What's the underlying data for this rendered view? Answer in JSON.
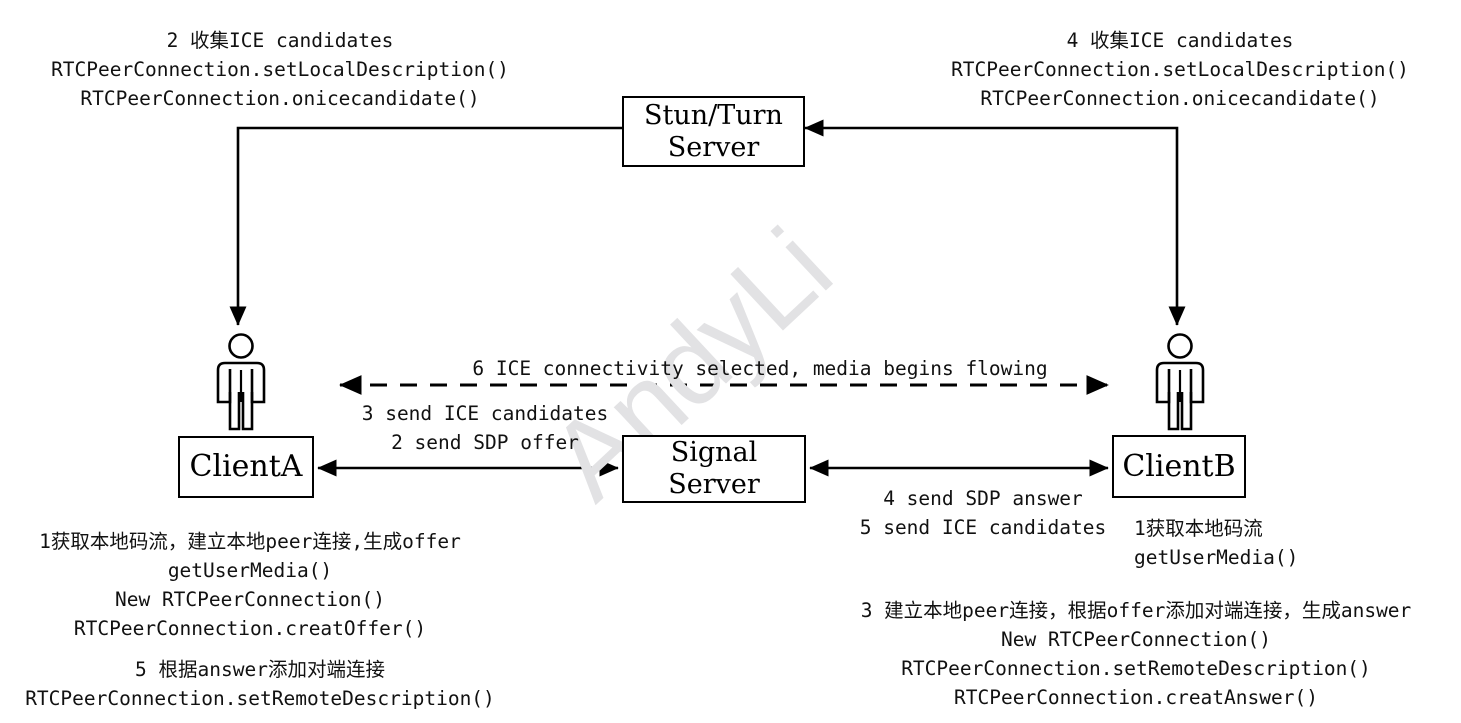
{
  "diagram": {
    "title": "WebRTC signaling flow",
    "watermark": "AndyLi",
    "colors": {
      "stroke": "#000000",
      "background": "#ffffff",
      "watermark": "#e2e2e4"
    },
    "nodes": {
      "stun_server": {
        "name": "stun-turn-server",
        "line1": "Stun/Turn",
        "line2": "Server"
      },
      "signal_server": {
        "name": "signal-server",
        "line1": "Signal",
        "line2": "Server"
      },
      "client_a": {
        "name": "client-a",
        "line1": "ClientA"
      },
      "client_b": {
        "name": "client-b",
        "line1": "ClientB"
      }
    },
    "labels": {
      "top_left": "2 收集ICE candidates\nRTCPeerConnection.setLocalDescription()\nRTCPeerConnection.onicecandidate()",
      "top_right": "4 收集ICE candidates\nRTCPeerConnection.setLocalDescription()\nRTCPeerConnection.onicecandidate()",
      "dashed_media": "6 ICE connectivity selected, media begins flowing",
      "mid_left": "3 send ICE candidates\n2 send SDP offer",
      "mid_right": "4 send SDP answer\n5 send ICE candidates",
      "client_b_step1": "1获取本地码流\ngetUserMedia()",
      "bottom_left_a": "1获取本地码流，建立本地peer连接,生成offer\ngetUserMedia()\nNew RTCPeerConnection()\nRTCPeerConnection.creatOffer()",
      "bottom_left_b": "5 根据answer添加对端连接\nRTCPeerConnection.setRemoteDescription()",
      "bottom_right": "3 建立本地peer连接，根据offer添加对端连接，生成answer\nNew RTCPeerConnection()\nRTCPeerConnection.setRemoteDescription()\nRTCPeerConnection.creatAnswer()"
    },
    "icons": {
      "person_a": "person-icon",
      "person_b": "person-icon"
    },
    "connections": [
      {
        "name": "clienta-to-stun",
        "from": "ClientA",
        "to": "Stun/Turn Server",
        "style": "solid",
        "arrows": "both"
      },
      {
        "name": "clientb-to-stun",
        "from": "ClientB",
        "to": "Stun/Turn Server",
        "style": "solid",
        "arrows": "both"
      },
      {
        "name": "clienta-to-signal",
        "from": "ClientA",
        "to": "Signal Server",
        "style": "solid",
        "arrows": "both"
      },
      {
        "name": "signal-to-clientb",
        "from": "Signal Server",
        "to": "ClientB",
        "style": "solid",
        "arrows": "both"
      },
      {
        "name": "clienta-to-clientb-media",
        "from": "ClientA",
        "to": "ClientB",
        "style": "dashed",
        "arrows": "both"
      }
    ]
  }
}
